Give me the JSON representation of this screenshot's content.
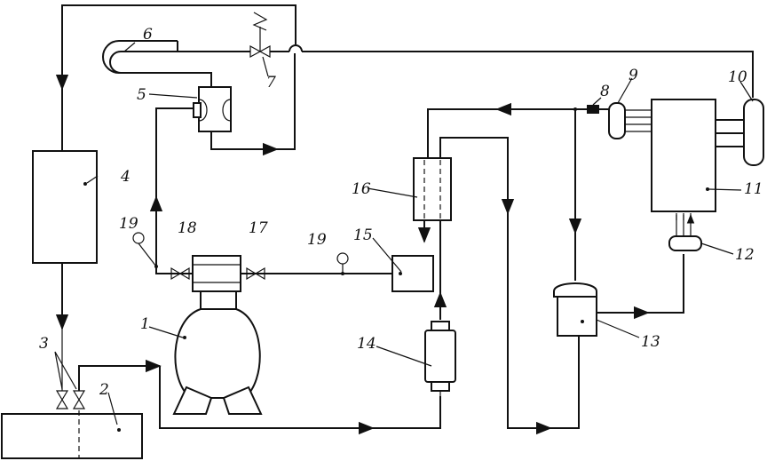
{
  "diagram": {
    "labels": {
      "n1": "1",
      "n2": "2",
      "n3": "3",
      "n4": "4",
      "n5": "5",
      "n6": "6",
      "n7": "7",
      "n8": "8",
      "n9": "9",
      "n10": "10",
      "n11": "11",
      "n12": "12",
      "n13": "13",
      "n14": "14",
      "n15": "15",
      "n16": "16",
      "n17": "17",
      "n18": "18",
      "n19a": "19",
      "n19b": "19"
    }
  }
}
